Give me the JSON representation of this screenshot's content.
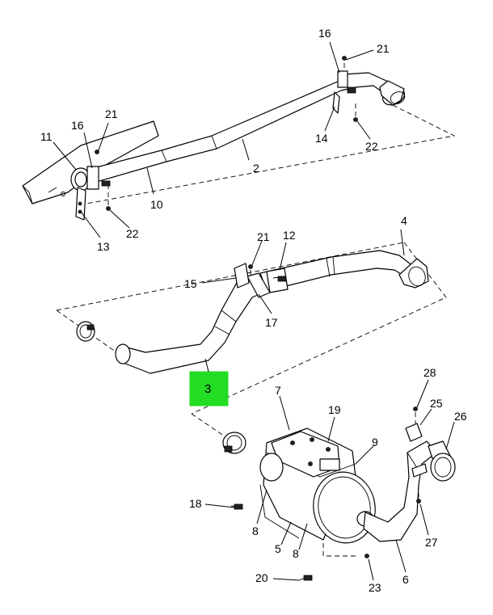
{
  "callouts": {
    "c2": "2",
    "c3": "3",
    "c4": "4",
    "c5": "5",
    "c6": "6",
    "c7": "7",
    "c8a": "8",
    "c8b": "8",
    "c9": "9",
    "c10": "10",
    "c11": "11",
    "c12": "12",
    "c13": "13",
    "c14": "14",
    "c15": "15",
    "c16a": "16",
    "c16b": "16",
    "c17": "17",
    "c18": "18",
    "c19": "19",
    "c20": "20",
    "c21a": "21",
    "c21b": "21",
    "c21c": "21",
    "c22a": "22",
    "c22b": "22",
    "c23": "23",
    "c25": "25",
    "c26": "26",
    "c27": "27",
    "c28": "28"
  },
  "highlight": {
    "part": "3",
    "color": "#22dd22"
  },
  "colors": {
    "line": "#000000",
    "background": "#ffffff",
    "highlight": "#22dd22"
  }
}
